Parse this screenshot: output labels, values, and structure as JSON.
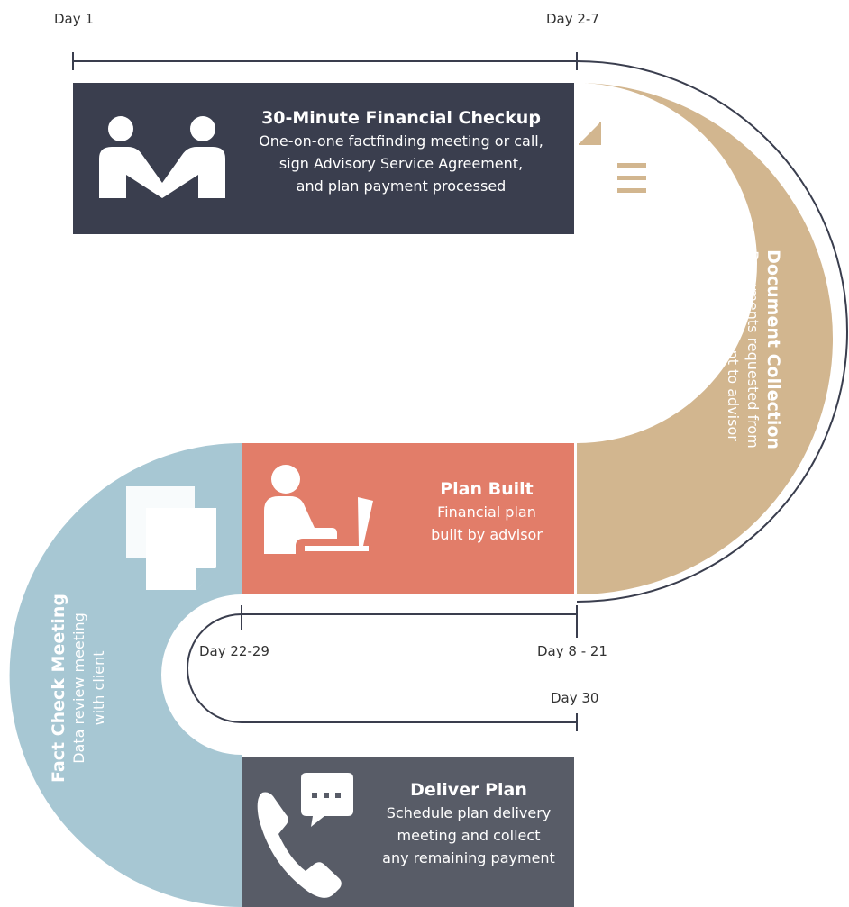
{
  "colors": {
    "checkup": "#3a3e4e",
    "documents": "#d2b68f",
    "plan_built": "#e27d69",
    "fact_check": "#a7c7d3",
    "deliver": "#585c67",
    "line": "#3a3e4e",
    "label": "#333333"
  },
  "day_labels": {
    "day1": "Day 1",
    "day2_7": "Day 2-7",
    "day22_29": "Day 22-29",
    "day8_21": "Day 8 - 21",
    "day30": "Day 30"
  },
  "steps": {
    "checkup": {
      "title": "30-Minute Financial Checkup",
      "line1": "One-on-one factfinding meeting or call,",
      "line2": "sign Advisory Service Agreement,",
      "line3": "and plan payment processed",
      "icon": "handshake-icon"
    },
    "documents": {
      "title": "Document Collection",
      "line1": "Documents requested from",
      "line2": "client and sent to advisor",
      "icon": "document-icon"
    },
    "plan_built": {
      "title": "Plan Built",
      "line1": "Financial plan",
      "line2": "built by advisor",
      "icon": "person-at-laptop-icon"
    },
    "fact_check": {
      "title": "Fact Check Meeting",
      "line1": "Data review meeting",
      "line2": "with client",
      "icon": "papers-icon"
    },
    "deliver": {
      "title": "Deliver Plan",
      "line1": "Schedule plan delivery",
      "line2": "meeting and collect",
      "line3": "any remaining payment",
      "icon": "phone-chat-icon"
    }
  }
}
